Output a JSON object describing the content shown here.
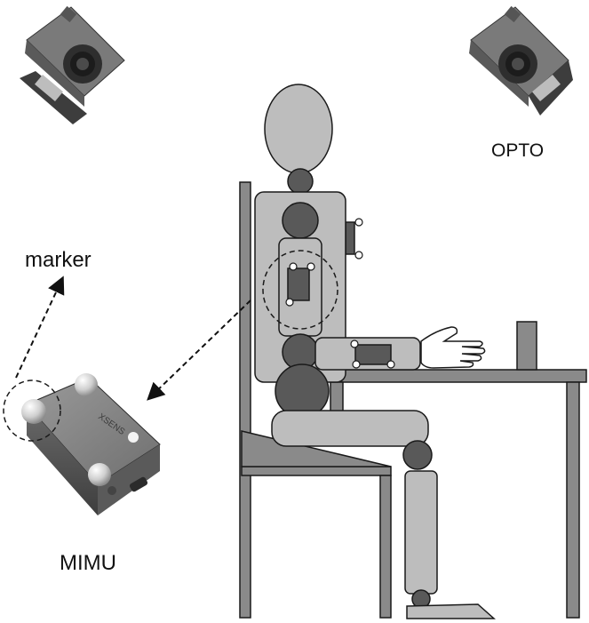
{
  "labels": {
    "opto": "OPTO",
    "marker": "marker",
    "mimu": "MIMU"
  },
  "icons": [
    "optoelectronic-camera",
    "mimu-sensor",
    "reflective-marker",
    "seated-subject",
    "chair",
    "table",
    "glass"
  ],
  "colors": {
    "light_gray": "#bdbdbd",
    "mid_gray": "#8a8a8a",
    "dark_gray": "#595959",
    "outline": "#1a1a1a"
  }
}
